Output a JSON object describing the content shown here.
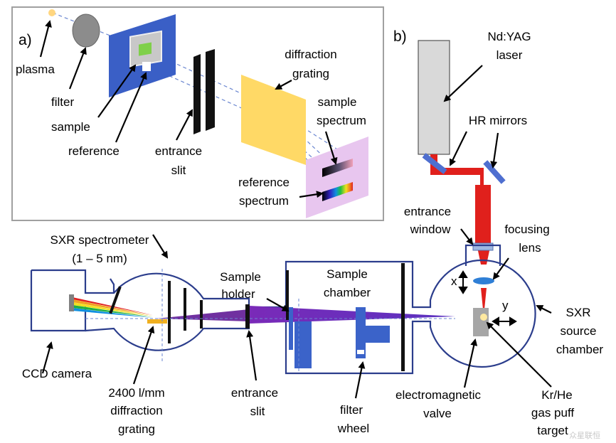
{
  "panel_a": {
    "tag": "a)",
    "labels": {
      "plasma": "plasma",
      "filter": "filter",
      "sample": "sample",
      "reference": "reference",
      "entrance_slit_1": "entrance",
      "entrance_slit_2": "slit",
      "diffraction_grating_1": "diffraction",
      "diffraction_grating_2": "grating",
      "sample_spectrum_1": "sample",
      "sample_spectrum_2": "spectrum",
      "reference_spectrum_1": "reference",
      "reference_spectrum_2": "spectrum"
    }
  },
  "panel_b": {
    "tag": "b)",
    "labels": {
      "laser_1": "Nd:YAG",
      "laser_2": "laser",
      "mirrors": "HR mirrors",
      "window_1": "entrance",
      "window_2": "window",
      "lens_1": "focusing",
      "lens_2": "lens",
      "spectrometer_1": "SXR spectrometer",
      "spectrometer_2": "(1 – 5 nm)",
      "holder_1": "Sample",
      "holder_2": "holder",
      "chamber_1": "Sample",
      "chamber_2": "chamber",
      "source_1": "SXR",
      "source_2": "source",
      "source_3": "chamber",
      "axis_x": "x",
      "axis_y": "y",
      "ccd": "CCD camera",
      "grating_1": "2400 l/mm",
      "grating_2": "diffraction",
      "grating_3": "grating",
      "slit_1": "entrance",
      "slit_2": "slit",
      "wheel_1": "filter",
      "wheel_2": "wheel",
      "valve_1": "electromagnetic",
      "valve_2": "valve",
      "target_1": "Kr/He",
      "target_2": "gas puff",
      "target_3": "target"
    }
  },
  "watermark": "众星联恒",
  "colors": {
    "panel_border": "#a0a0a0",
    "blue_filter_plate": "#3a5fc6",
    "grating_yellow": "#ffd966",
    "detector_pink": "#e8c6ef",
    "laser_beam": "#e0201c",
    "sxr_beam": "#6a2bb0",
    "mirror_blue": "#4f6fd0",
    "filter_wheel_blue": "#3b63c9",
    "laser_box": "#d9d9d9",
    "valve_gray": "#a6a6a6"
  }
}
